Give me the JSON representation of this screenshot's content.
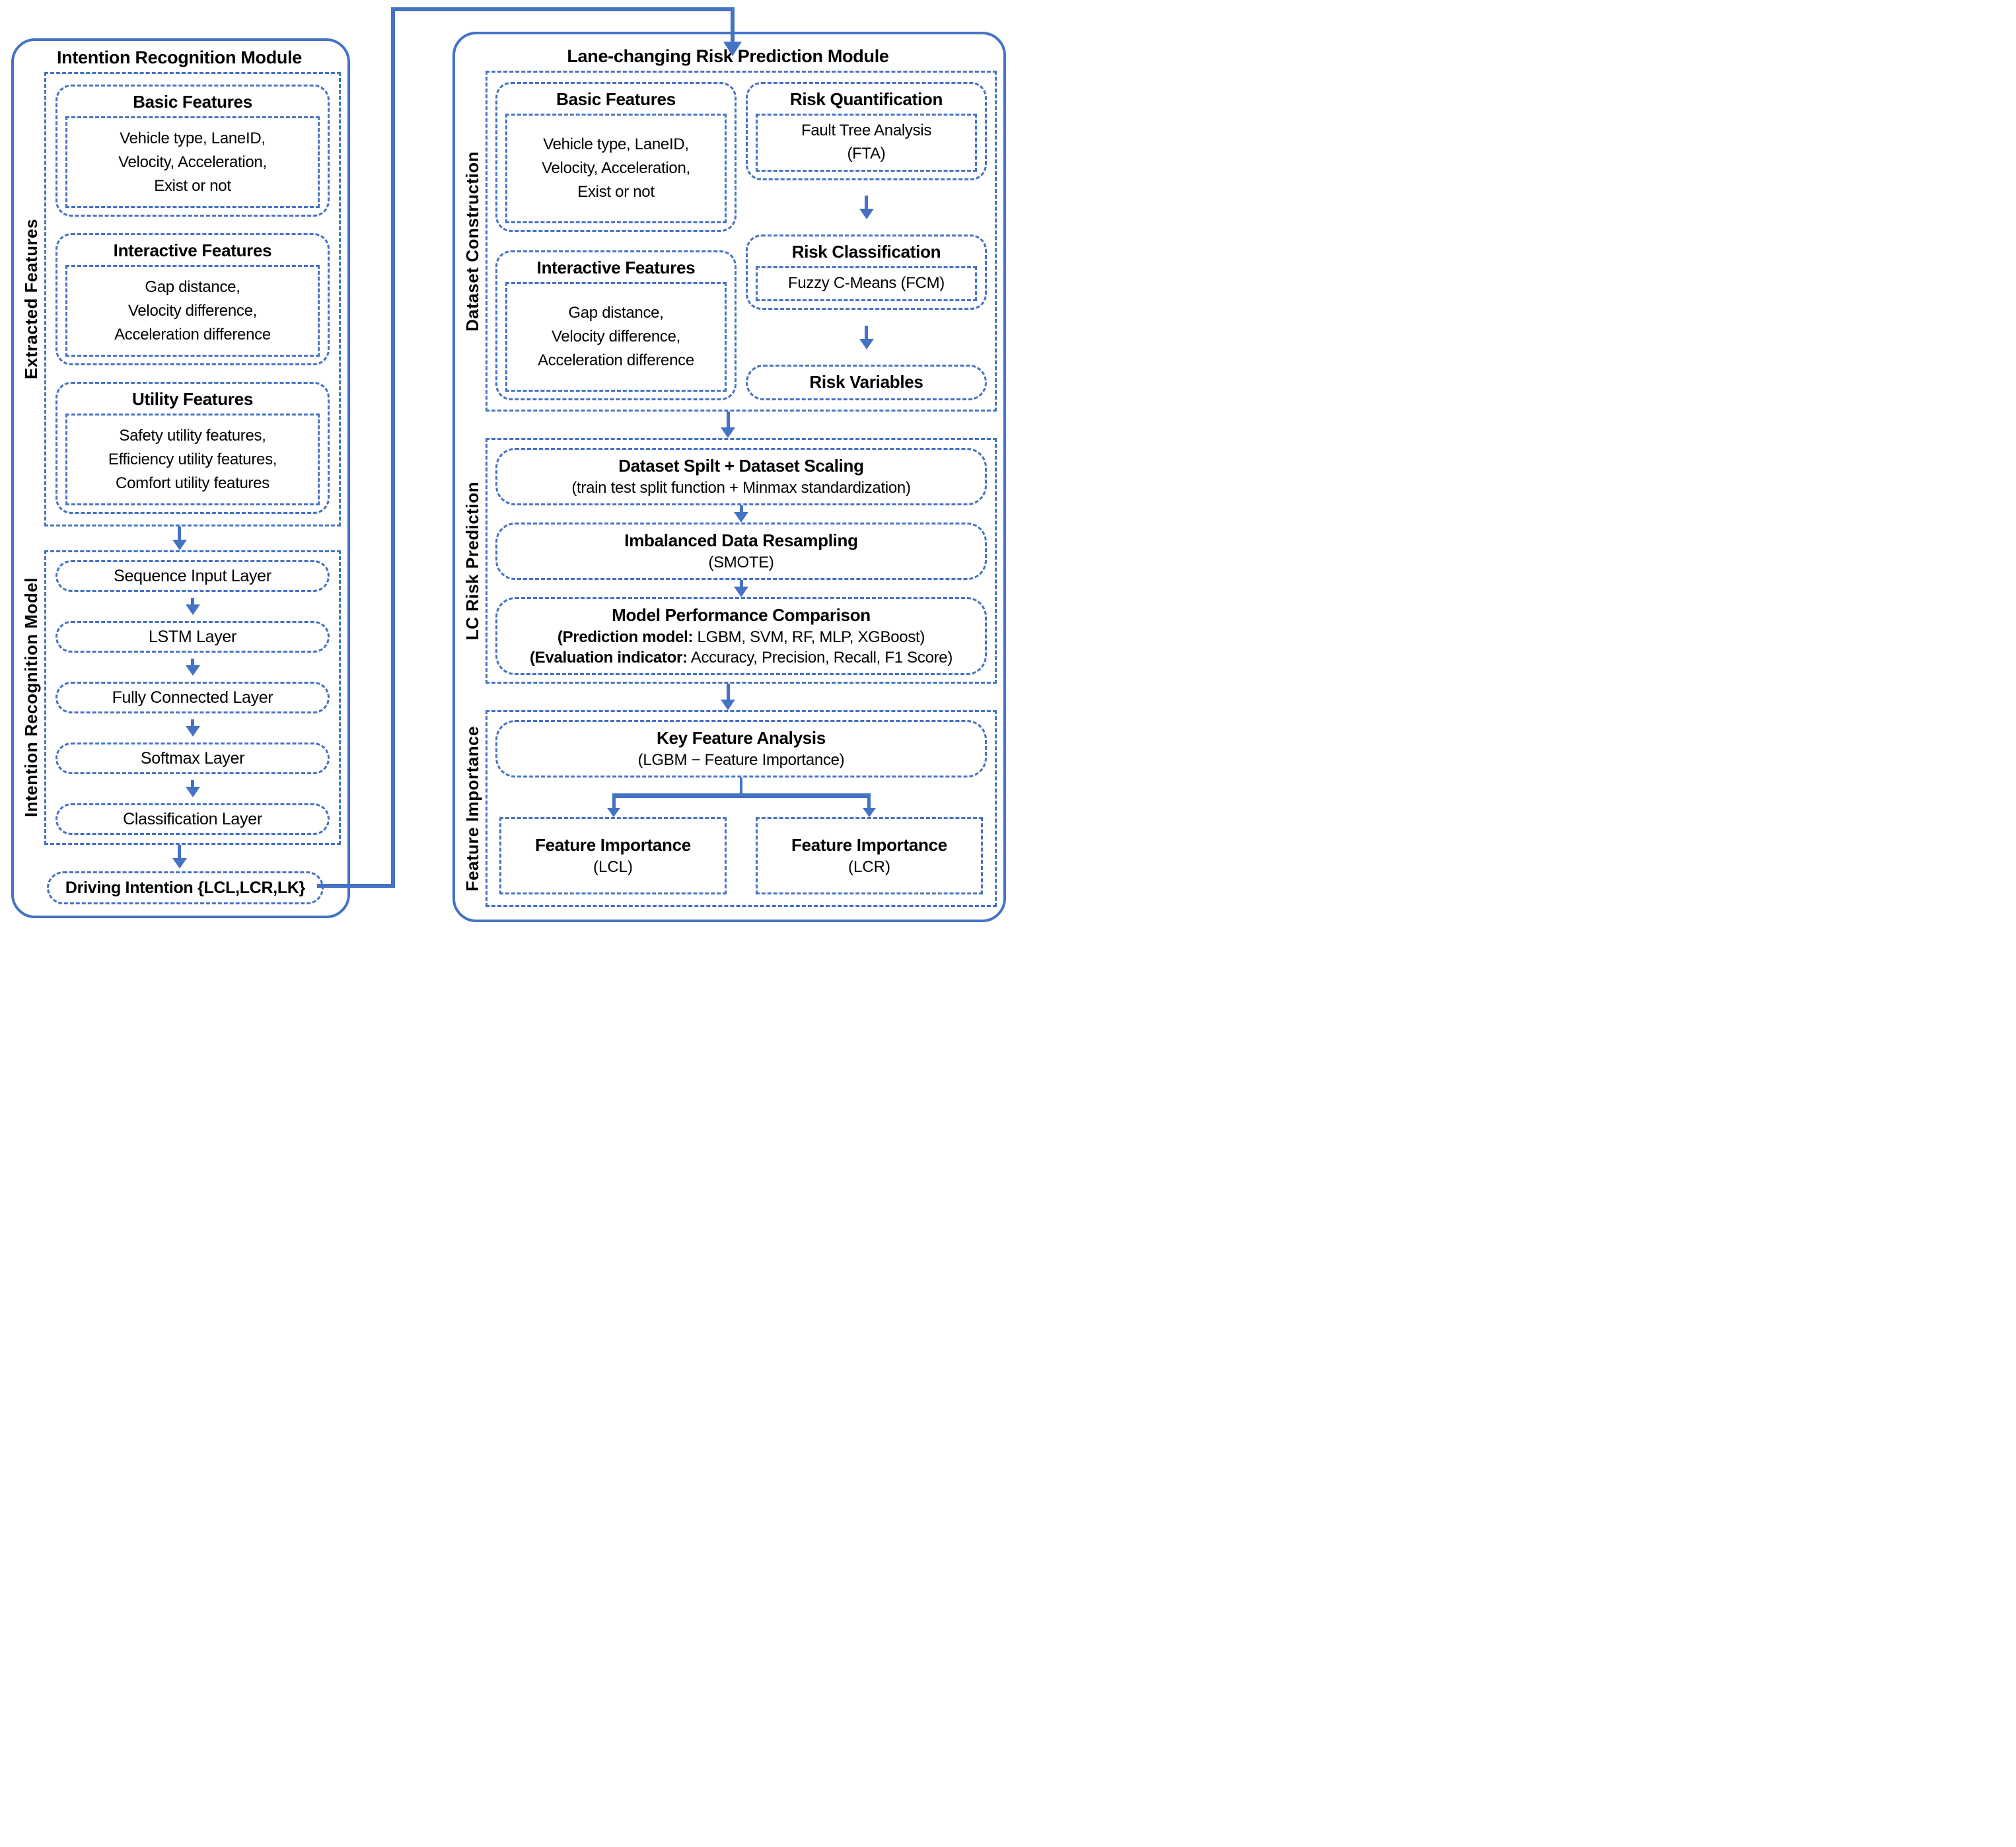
{
  "colors": {
    "accent_blue": "#4472C4",
    "text": "#000000",
    "background": "#FFFFFF"
  },
  "left": {
    "title": "Intention Recognition Module",
    "features_label": "Extracted Features",
    "feature_boxes": [
      {
        "title": "Basic Features",
        "lines": [
          "Vehicle type, LaneID,",
          "Velocity, Acceleration,",
          "Exist or not"
        ]
      },
      {
        "title": "Interactive Features",
        "lines": [
          "Gap distance,",
          "Velocity difference,",
          "Acceleration difference"
        ]
      },
      {
        "title": "Utility Features",
        "lines": [
          "Safety utility features,",
          "Efficiency utility features,",
          "Comfort utility features"
        ]
      }
    ],
    "model_label": "Intention Recognition Model",
    "layers": [
      "Sequence Input Layer",
      "LSTM Layer",
      "Fully Connected Layer",
      "Softmax Layer",
      "Classification Layer"
    ],
    "output_label": "Driving Intention {LCL,LCR,LK}"
  },
  "right": {
    "title": "Lane-changing Risk Prediction Module",
    "dataset_label": "Dataset Construction",
    "feature_boxes": [
      {
        "title": "Basic Features",
        "lines": [
          "Vehicle type, LaneID,",
          "Velocity, Acceleration,",
          "Exist or not"
        ]
      },
      {
        "title": "Interactive Features",
        "lines": [
          "Gap distance,",
          "Velocity difference,",
          "Acceleration difference"
        ]
      }
    ],
    "risk_quantification": {
      "title": "Risk Quantification",
      "line1": "Fault Tree Analysis",
      "line2": "(FTA)"
    },
    "risk_classification": {
      "title": "Risk Classification",
      "line1": "Fuzzy C-Means (FCM)"
    },
    "risk_variables": "Risk Variables",
    "prediction_label": "LC Risk Prediction",
    "steps": [
      {
        "title": "Dataset Spilt + Dataset Scaling",
        "subtitle": "(train test split function + Minmax standardization)"
      },
      {
        "title": "Imbalanced Data Resampling",
        "subtitle": "(SMOTE)"
      },
      {
        "title": "Model Performance Comparison",
        "line1_bold": "(Prediction model:",
        "line1_rest": " LGBM, SVM, RF, MLP, XGBoost)",
        "line2_bold": "(Evaluation indicator:",
        "line2_rest": " Accuracy, Precision, Recall, F1 Score)"
      }
    ],
    "importance_label": "Feature Importance",
    "key_feature": {
      "title": "Key Feature Analysis",
      "subtitle": "(LGBM − Feature Importance)"
    },
    "outputs": [
      {
        "title": "Feature Importance",
        "subtitle": "(LCL)"
      },
      {
        "title": "Feature Importance",
        "subtitle": "(LCR)"
      }
    ]
  }
}
